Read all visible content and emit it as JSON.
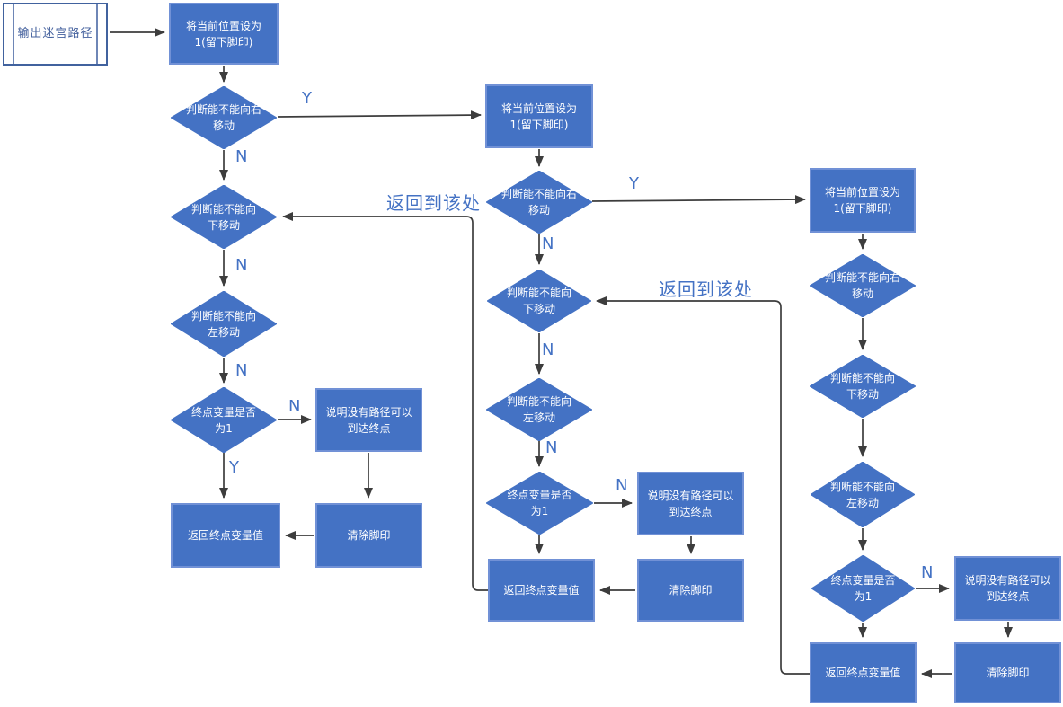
{
  "diagram_type": "flowchart",
  "colors": {
    "node_fill": "#4472C4",
    "node_border_light": "#7191D6",
    "start_border": "#41629E",
    "start_text": "#44619E",
    "edge_label_text": "#4472C4",
    "connector_line": "#3D3D3D",
    "background": "#FFFFFF"
  },
  "labels": {
    "start": "输出迷宫路径",
    "set_position": "将当前位置设为\n1(留下脚印)",
    "check_right": "判断能不能向右\n移动",
    "check_down": "判断能不能向\n下移动",
    "check_left": "判断能不能向\n左移动",
    "check_endvar": "终点变量是否\n为1",
    "no_path": "说明没有路径可以\n到达终点",
    "return_value": "返回终点变量值",
    "clear_footprint": "清除脚印",
    "yes": "Y",
    "no": "N",
    "return_here": "返回到该处"
  }
}
